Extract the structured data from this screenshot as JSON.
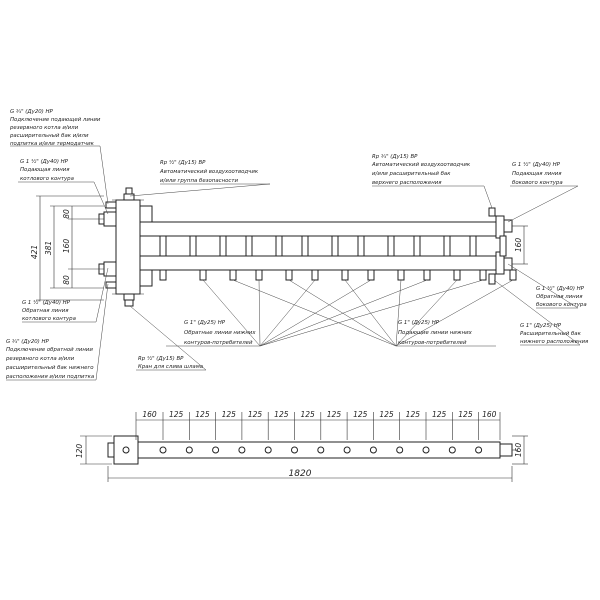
{
  "callouts": {
    "top_left": [
      "G ¾\" (Ду20) НР",
      "Подключение подающей линии",
      "резервного котла и/или",
      "расширительный бак и/или",
      "подпитка и/или термодатчик"
    ],
    "supply_boiler": [
      "G 1 ½\" (Ду40) НР",
      "Подающая линия",
      "котлового контура"
    ],
    "air_vent_safety": [
      "Rp ½\" (Ду15) ВР",
      "Автоматический воздухоотводчик",
      "и/или группа безопасности"
    ],
    "air_vent_top": [
      "Rp ¾\" (Ду15) ВР",
      "Автоматический воздухоотводчик",
      "и/или расширительный бак",
      "верхнего расположения"
    ],
    "supply_right": [
      "G 1 ½\" (Ду40) НР",
      "Подающая линия",
      "бокового контура"
    ],
    "return_right": [
      "G 1 ½\" (Ду40) НР",
      "Обратная линия",
      "бокового контура"
    ],
    "return_boiler": [
      "G 1 ½\" (Ду40) НР",
      "Обратная линия",
      "котлового контура"
    ],
    "bottom_left": [
      "G ¾\" (Ду20) НР",
      "Подключение обратной линии",
      "резервного котла и/или",
      "расширительный бак нижнего",
      "расположения и/или подпитка"
    ],
    "drain": [
      "Rp ½\" (Ду15) ВР",
      "Кран для слива шлама"
    ],
    "return_consumers": [
      "G 1\" (Ду25) НР",
      "Обратные линии нижних",
      "контуров-потребителей"
    ],
    "supply_consumers": [
      "G 1\" (Ду25) НР",
      "Подающие линии нижних",
      "контуров-потребителей"
    ],
    "expansion_bottom": [
      "G 1\" (Ду25) НР",
      "Расширительный бак",
      "нижнего расположения"
    ]
  },
  "dims": {
    "height_total": "421",
    "height_inner": "381",
    "gap_top": "80",
    "gap_mid": "160",
    "gap_bottom": "80",
    "right_gap": "160",
    "plan_first": "160",
    "plan_pitch": "125",
    "plan_last": "160",
    "plan_width": "120",
    "plan_total": "1820"
  },
  "colors": {
    "line": "#222222",
    "background": "#ffffff"
  }
}
